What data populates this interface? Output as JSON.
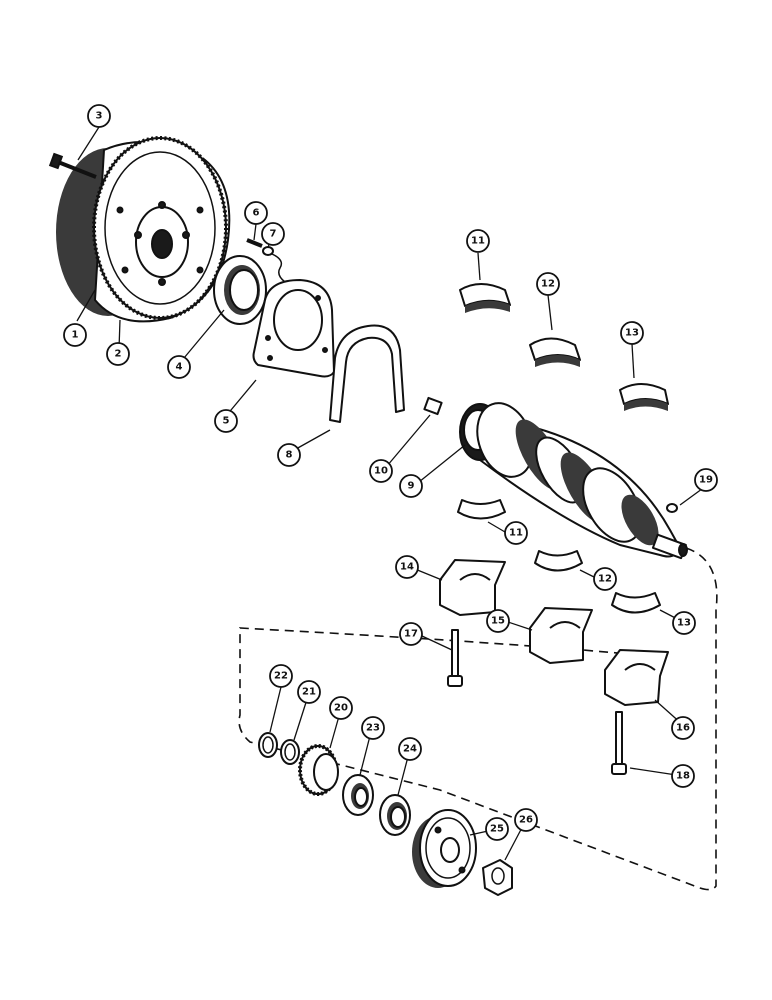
{
  "callouts": {
    "c1": "1",
    "c2": "2",
    "c3": "3",
    "c4": "4",
    "c5": "5",
    "c6": "6",
    "c7": "7",
    "c8": "8",
    "c9": "9",
    "c10": "10",
    "c11a": "11",
    "c11b": "11",
    "c12a": "12",
    "c12b": "12",
    "c13a": "13",
    "c13b": "13",
    "c14": "14",
    "c15": "15",
    "c16": "16",
    "c17": "17",
    "c18": "18",
    "c19": "19",
    "c20": "20",
    "c21": "21",
    "c22": "22",
    "c23": "23",
    "c24": "24",
    "c25": "25",
    "c26": "26"
  }
}
